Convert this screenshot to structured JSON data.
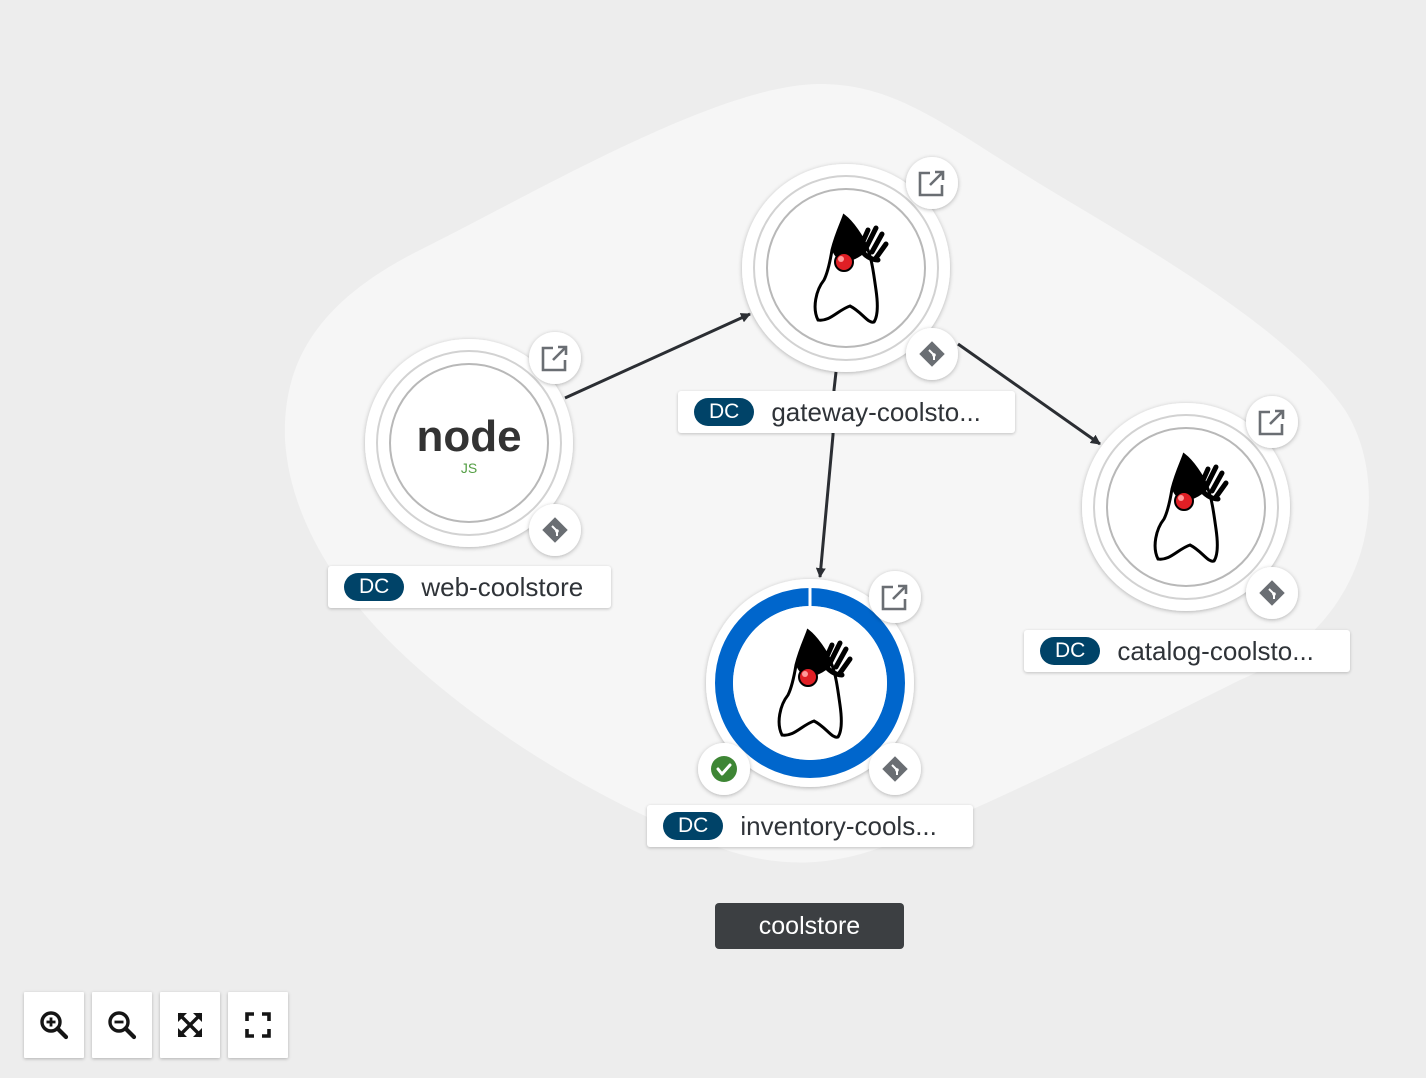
{
  "application": {
    "name": "coolstore"
  },
  "nodes": [
    {
      "key": "web",
      "name": "web-coolstore",
      "kind": "DC",
      "runtime": "nodejs",
      "runtime_text": "node",
      "runtime_subtext": "JS"
    },
    {
      "key": "gateway",
      "name": "gateway-coolsto...",
      "kind": "DC",
      "runtime": "java"
    },
    {
      "key": "catalog",
      "name": "catalog-coolsto...",
      "kind": "DC",
      "runtime": "java"
    },
    {
      "key": "inventory",
      "name": "inventory-cools...",
      "kind": "DC",
      "runtime": "java",
      "status": "running",
      "build_status": "succeeded"
    }
  ],
  "edges": [
    {
      "from": "web-coolstore",
      "to": "gateway-coolsto..."
    },
    {
      "from": "gateway-coolsto...",
      "to": "catalog-coolsto..."
    },
    {
      "from": "gateway-coolsto...",
      "to": "inventory-cools..."
    }
  ],
  "icons": {
    "open_url": "external-link-icon",
    "source": "git-icon",
    "build": "check-circle-icon",
    "runtime_java": "java-duke-icon",
    "runtime_node": "nodejs-icon"
  },
  "toolbar": [
    {
      "action": "zoom-in",
      "icon": "zoom-in-icon"
    },
    {
      "action": "zoom-out",
      "icon": "zoom-out-icon"
    },
    {
      "action": "fit-to-screen",
      "icon": "fit-screen-icon"
    },
    {
      "action": "reset-view",
      "icon": "expand-icon"
    }
  ],
  "colors": {
    "background": "#ededed",
    "group_fill": "#f6f6f6",
    "pod_ring": "#0066cc",
    "badge": "#004368",
    "build_success": "#3e8635",
    "app_label": "#3c3f42"
  }
}
